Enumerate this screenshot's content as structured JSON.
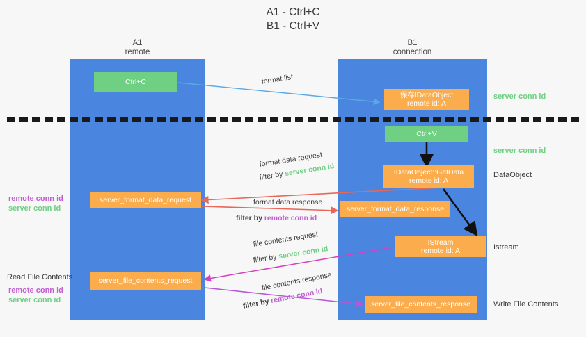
{
  "title_lines": [
    "A1 - Ctrl+C",
    "B1 - Ctrl+V"
  ],
  "lanes": [
    {
      "id": "A1",
      "label": "A1",
      "sublabel": "remote"
    },
    {
      "id": "B1",
      "label": "B1",
      "sublabel": "connection"
    }
  ],
  "boxes": [
    {
      "name": "ctrl-c",
      "line1": "Ctrl+C",
      "line2": "",
      "color": "#6fcf83"
    },
    {
      "name": "save-idataobject",
      "line1": "保存IDataObject",
      "line2": "remote id: A",
      "color": "#fbad4e"
    },
    {
      "name": "ctrl-v",
      "line1": "Ctrl+V",
      "line2": "",
      "color": "#6fcf83"
    },
    {
      "name": "idataobject-getdata",
      "line1": "IDataObject::GetData",
      "line2": "remote id: A",
      "color": "#fbad4e"
    },
    {
      "name": "server-format-data-request",
      "line1": "server_format_data_request",
      "line2": "",
      "color": "#fbad4e"
    },
    {
      "name": "server-format-data-response",
      "line1": "server_format_data_response",
      "line2": "",
      "color": "#fbad4e"
    },
    {
      "name": "istream",
      "line1": "IStream",
      "line2": "remote id: A",
      "color": "#fbad4e"
    },
    {
      "name": "server-file-contents-request",
      "line1": "server_file_contents_request",
      "line2": "",
      "color": "#fbad4e"
    },
    {
      "name": "server-file-contents-response",
      "line1": "server_file_contents_response",
      "line2": "",
      "color": "#fbad4e"
    }
  ],
  "edges": [
    {
      "name": "format-list",
      "label": "format list",
      "filter_prefix": "",
      "filter_tag": "",
      "color": "#5aa9e6"
    },
    {
      "name": "format-data-request",
      "label": "format data request",
      "filter_prefix": "filter by ",
      "filter_tag": "server conn id",
      "color": "#e8675a"
    },
    {
      "name": "format-data-response",
      "label": "format data response",
      "filter_prefix": "filter by ",
      "filter_tag": "remote conn id",
      "color": "#e8675a"
    },
    {
      "name": "file-contents-request",
      "label": "file contents request",
      "filter_prefix": "filter by ",
      "filter_tag": "server conn id",
      "color": "#d63fc4"
    },
    {
      "name": "file-contents-response",
      "label": "file contents response",
      "filter_prefix": "filter by ",
      "filter_tag": "remote conn id",
      "color": "#b657d6"
    }
  ],
  "right_annotations": [
    {
      "name": "server-conn-id-top",
      "text": "server conn id",
      "style": "green"
    },
    {
      "name": "server-conn-id-second",
      "text": "server conn id",
      "style": "green"
    },
    {
      "name": "dataobject",
      "text": "DataObject",
      "style": "plain"
    },
    {
      "name": "istream-note",
      "text": "Istream",
      "style": "plain"
    },
    {
      "name": "write-file-contents",
      "text": "Write File Contents",
      "style": "plain"
    }
  ],
  "left_annotations": [
    {
      "name": "conn-ids-middle-remote",
      "text": "remote conn id",
      "style": "purple"
    },
    {
      "name": "conn-ids-middle-server",
      "text": "server conn id",
      "style": "green"
    },
    {
      "name": "read-file-contents",
      "text": "Read File Contents",
      "style": "plain"
    },
    {
      "name": "conn-ids-lower-remote",
      "text": "remote conn id",
      "style": "purple"
    },
    {
      "name": "conn-ids-lower-server",
      "text": "server conn id",
      "style": "green"
    }
  ],
  "colors": {
    "lane": "#4a86e0",
    "green_box": "#6fcf83",
    "orange_box": "#fbad4e",
    "background": "#f7f7f7",
    "divider": "#1a1a1a",
    "blue_arrow": "#5aa9e6",
    "red_arrow": "#e8675a",
    "magenta_arrow": "#d63fc4",
    "purple_arrow": "#b657d6",
    "green_text": "#6fcf83",
    "purple_text": "#c15fd0"
  }
}
